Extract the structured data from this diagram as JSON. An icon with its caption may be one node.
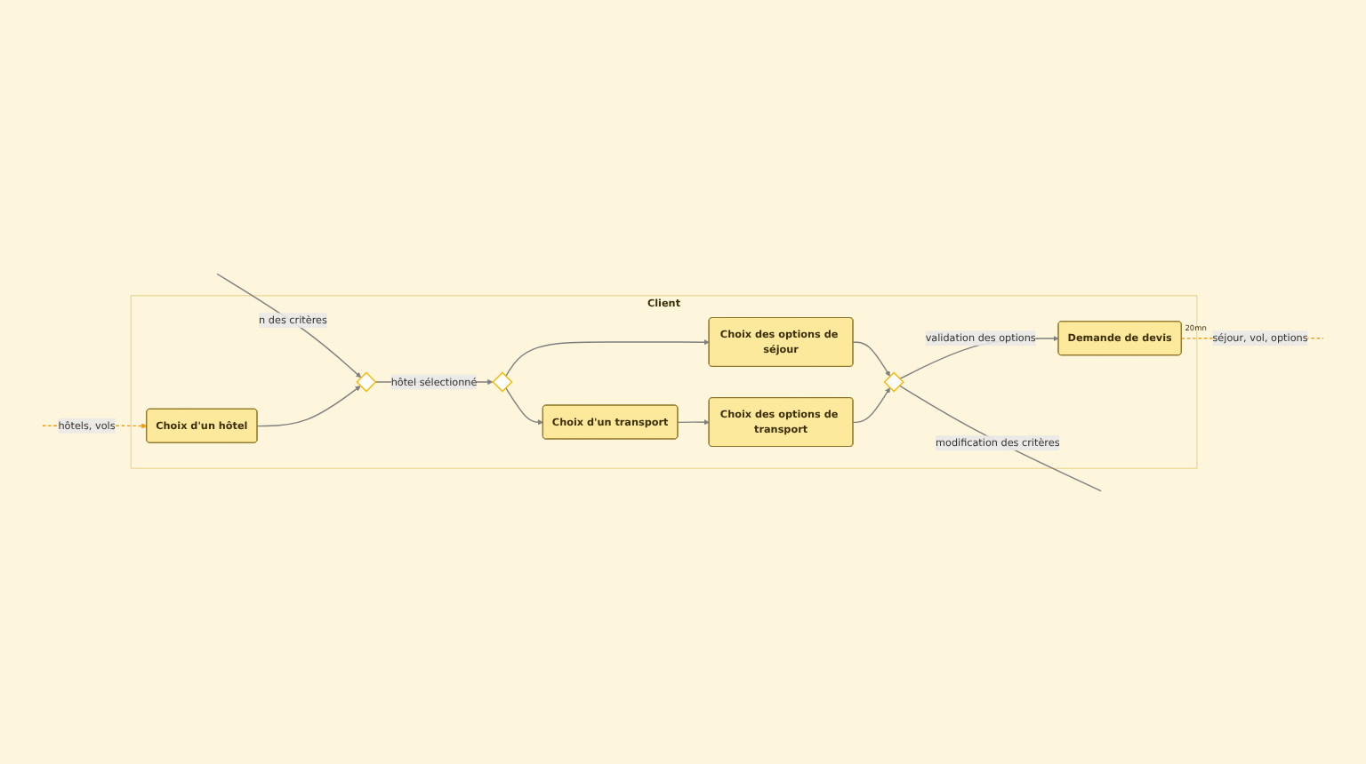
{
  "diagram": {
    "nodes": [
      {
        "text": [
          "Client"
        ]
      },
      {
        "text": [],
        "shape": "diamond",
        "in": 0
      },
      {
        "text": [],
        "shape": "diamond",
        "in": 0
      },
      {
        "text": [
          "Choix des options de séjour"
        ],
        "in": 0
      },
      {
        "text": [
          "Choix d'un transport"
        ],
        "in": 0
      },
      {
        "text": [
          "Choix des options de transport"
        ],
        "in": 0
      },
      {
        "text": [],
        "shape": "diamond",
        "in": 0
      },
      {
        "text": [
          "Choix d'un hôtel"
        ],
        "in": 0
      },
      {
        "text": [
          "Demande de devis"
        ],
        "beside": [
          "20mn"
        ],
        "in": 0
      }
    ],
    "edges": [
      {
        "from": null,
        "to": 1,
        "arrow": "to",
        "label": "n des critères"
      },
      {
        "from": 6,
        "to": null,
        "arrow": "none",
        "label": "modification des critères"
      },
      {
        "from": 7,
        "to": 1,
        "arrow": "to"
      },
      {
        "from": 1,
        "to": 2,
        "arrow": "to",
        "label": "hôtel sélectionné"
      },
      {
        "from": 2,
        "to": 3,
        "arrow": "to"
      },
      {
        "from": 2,
        "to": 4,
        "arrow": "to"
      },
      {
        "from": 4,
        "to": 5,
        "arrow": "to"
      },
      {
        "from": 3,
        "to": 6,
        "arrow": "to"
      },
      {
        "from": 5,
        "to": 6,
        "arrow": "to"
      },
      {
        "from": 6,
        "to": 8,
        "arrow": "to",
        "label": "validation des options"
      },
      {
        "from": null,
        "to": 7,
        "arrow": "to",
        "label": "hôtels, vols",
        "style": "dashed",
        "color": "#f39c12"
      },
      {
        "from": 8,
        "to": null,
        "arrow": "none",
        "label": "séjour, vol, options",
        "style": "dashed",
        "color": "#f39c12"
      }
    ]
  }
}
